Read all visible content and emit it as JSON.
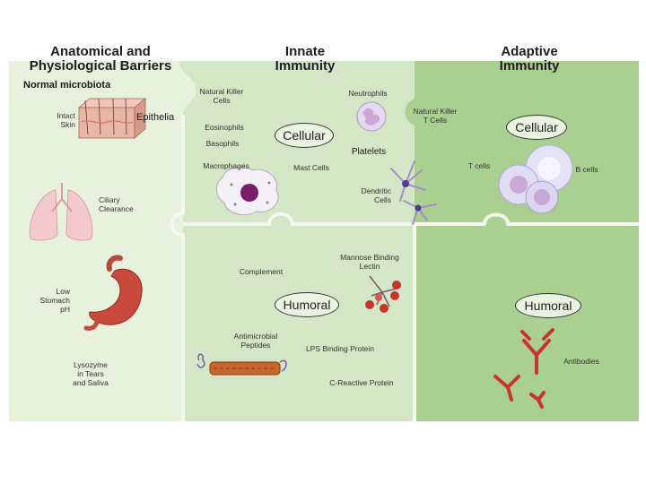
{
  "colors": {
    "barrier_panel": "#e7f1dc",
    "innate_panel": "#d3e6c5",
    "adaptive_panel": "#a9cf91",
    "stomach": "#c94a3c",
    "lung": "#f3c9cd",
    "antibody": "#c7352b",
    "neutrophil": "#c9a8d6",
    "tcell": "#d8d2f2",
    "dendritic": "#a98cc9",
    "macrophage": "#7a1e6c"
  },
  "headings": {
    "barriers": [
      "Anatomical and",
      "Physiological Barriers"
    ],
    "innate": [
      "Innate",
      "Immunity"
    ],
    "adaptive": [
      "Adaptive",
      "Immunity"
    ]
  },
  "barriers": {
    "normal_microbiota": "Normal microbiota",
    "epithelia": "Epithelia",
    "intact_skin": [
      "Intact",
      "Skin"
    ],
    "ciliary_clearance": [
      "Ciliary",
      "Clearance"
    ],
    "low_stomach_ph": [
      "Low",
      "Stomach",
      "pH"
    ],
    "lysozyme": [
      "Lysozyme",
      "in Tears",
      "and Saliva"
    ]
  },
  "innate": {
    "cellular_oval": "Cellular",
    "humoral_oval": "Humoral",
    "nk_cells": [
      "Natural Killer",
      "Cells"
    ],
    "eosinophils": "Eosinophils",
    "basophils": "Basophils",
    "macrophages": "Macrophages",
    "mast_cells": "Mast Cells",
    "neutrophils": "Neutrophils",
    "platelets": "Platelets",
    "dendritic_cells": [
      "Dendritic",
      "Cells"
    ],
    "complement": "Complement",
    "mannose_binding_lectin": [
      "Mannose Binding",
      "Lectin"
    ],
    "antimicrobial_peptides": [
      "Antimicrobial",
      "Peptides"
    ],
    "lps_binding_protein": "LPS Binding Protein",
    "c_reactive_protein": "C-Reactive Protein"
  },
  "adaptive": {
    "nk_t_cells": [
      "Natural Killer",
      "T Cells"
    ],
    "cellular_oval": "Cellular",
    "humoral_oval": "Humoral",
    "t_cells": "T cells",
    "b_cells": "B cells",
    "antibodies": "Antibodies"
  },
  "icons": [
    "skin-section-icon",
    "lung-icon",
    "stomach-icon",
    "macrophage-icon",
    "neutrophil-icon",
    "dendritic-cell-icon",
    "lymphocyte-cluster-icon",
    "lectin-icon",
    "peptide-chain-icon",
    "antibody-icon"
  ]
}
